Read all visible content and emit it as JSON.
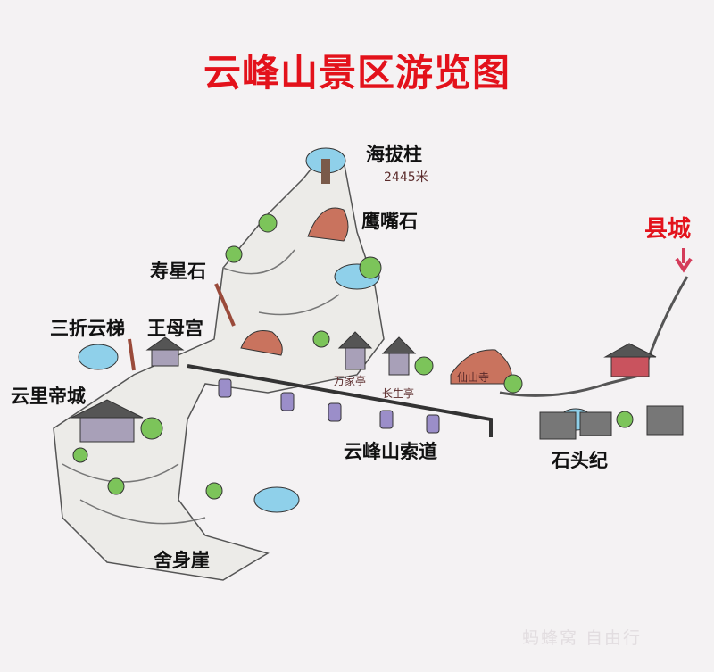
{
  "title": "云峰山景区游览图",
  "labels": {
    "altitude_pillar": "海拔柱",
    "altitude": "2445米",
    "eagle_beak": "鹰嘴石",
    "county": "县城",
    "longevity_star": "寿星石",
    "ladder": "三折云梯",
    "queen_mother": "王母宫",
    "cloud_city": "云里帝城",
    "cableway": "云峰山索道",
    "stone_age": "石头纪",
    "cliff": "舍身崖",
    "pavilion_1": "万家亭",
    "pavilion_2": "长生亭",
    "rock_label": "仙山寺"
  },
  "watermark": "蚂蜂窝 自由行",
  "colors": {
    "title": "#e3121b",
    "county": "#e3121b",
    "tree": "#7cc45a",
    "cloud": "#8fd0ea",
    "rock": "#c9735e"
  }
}
